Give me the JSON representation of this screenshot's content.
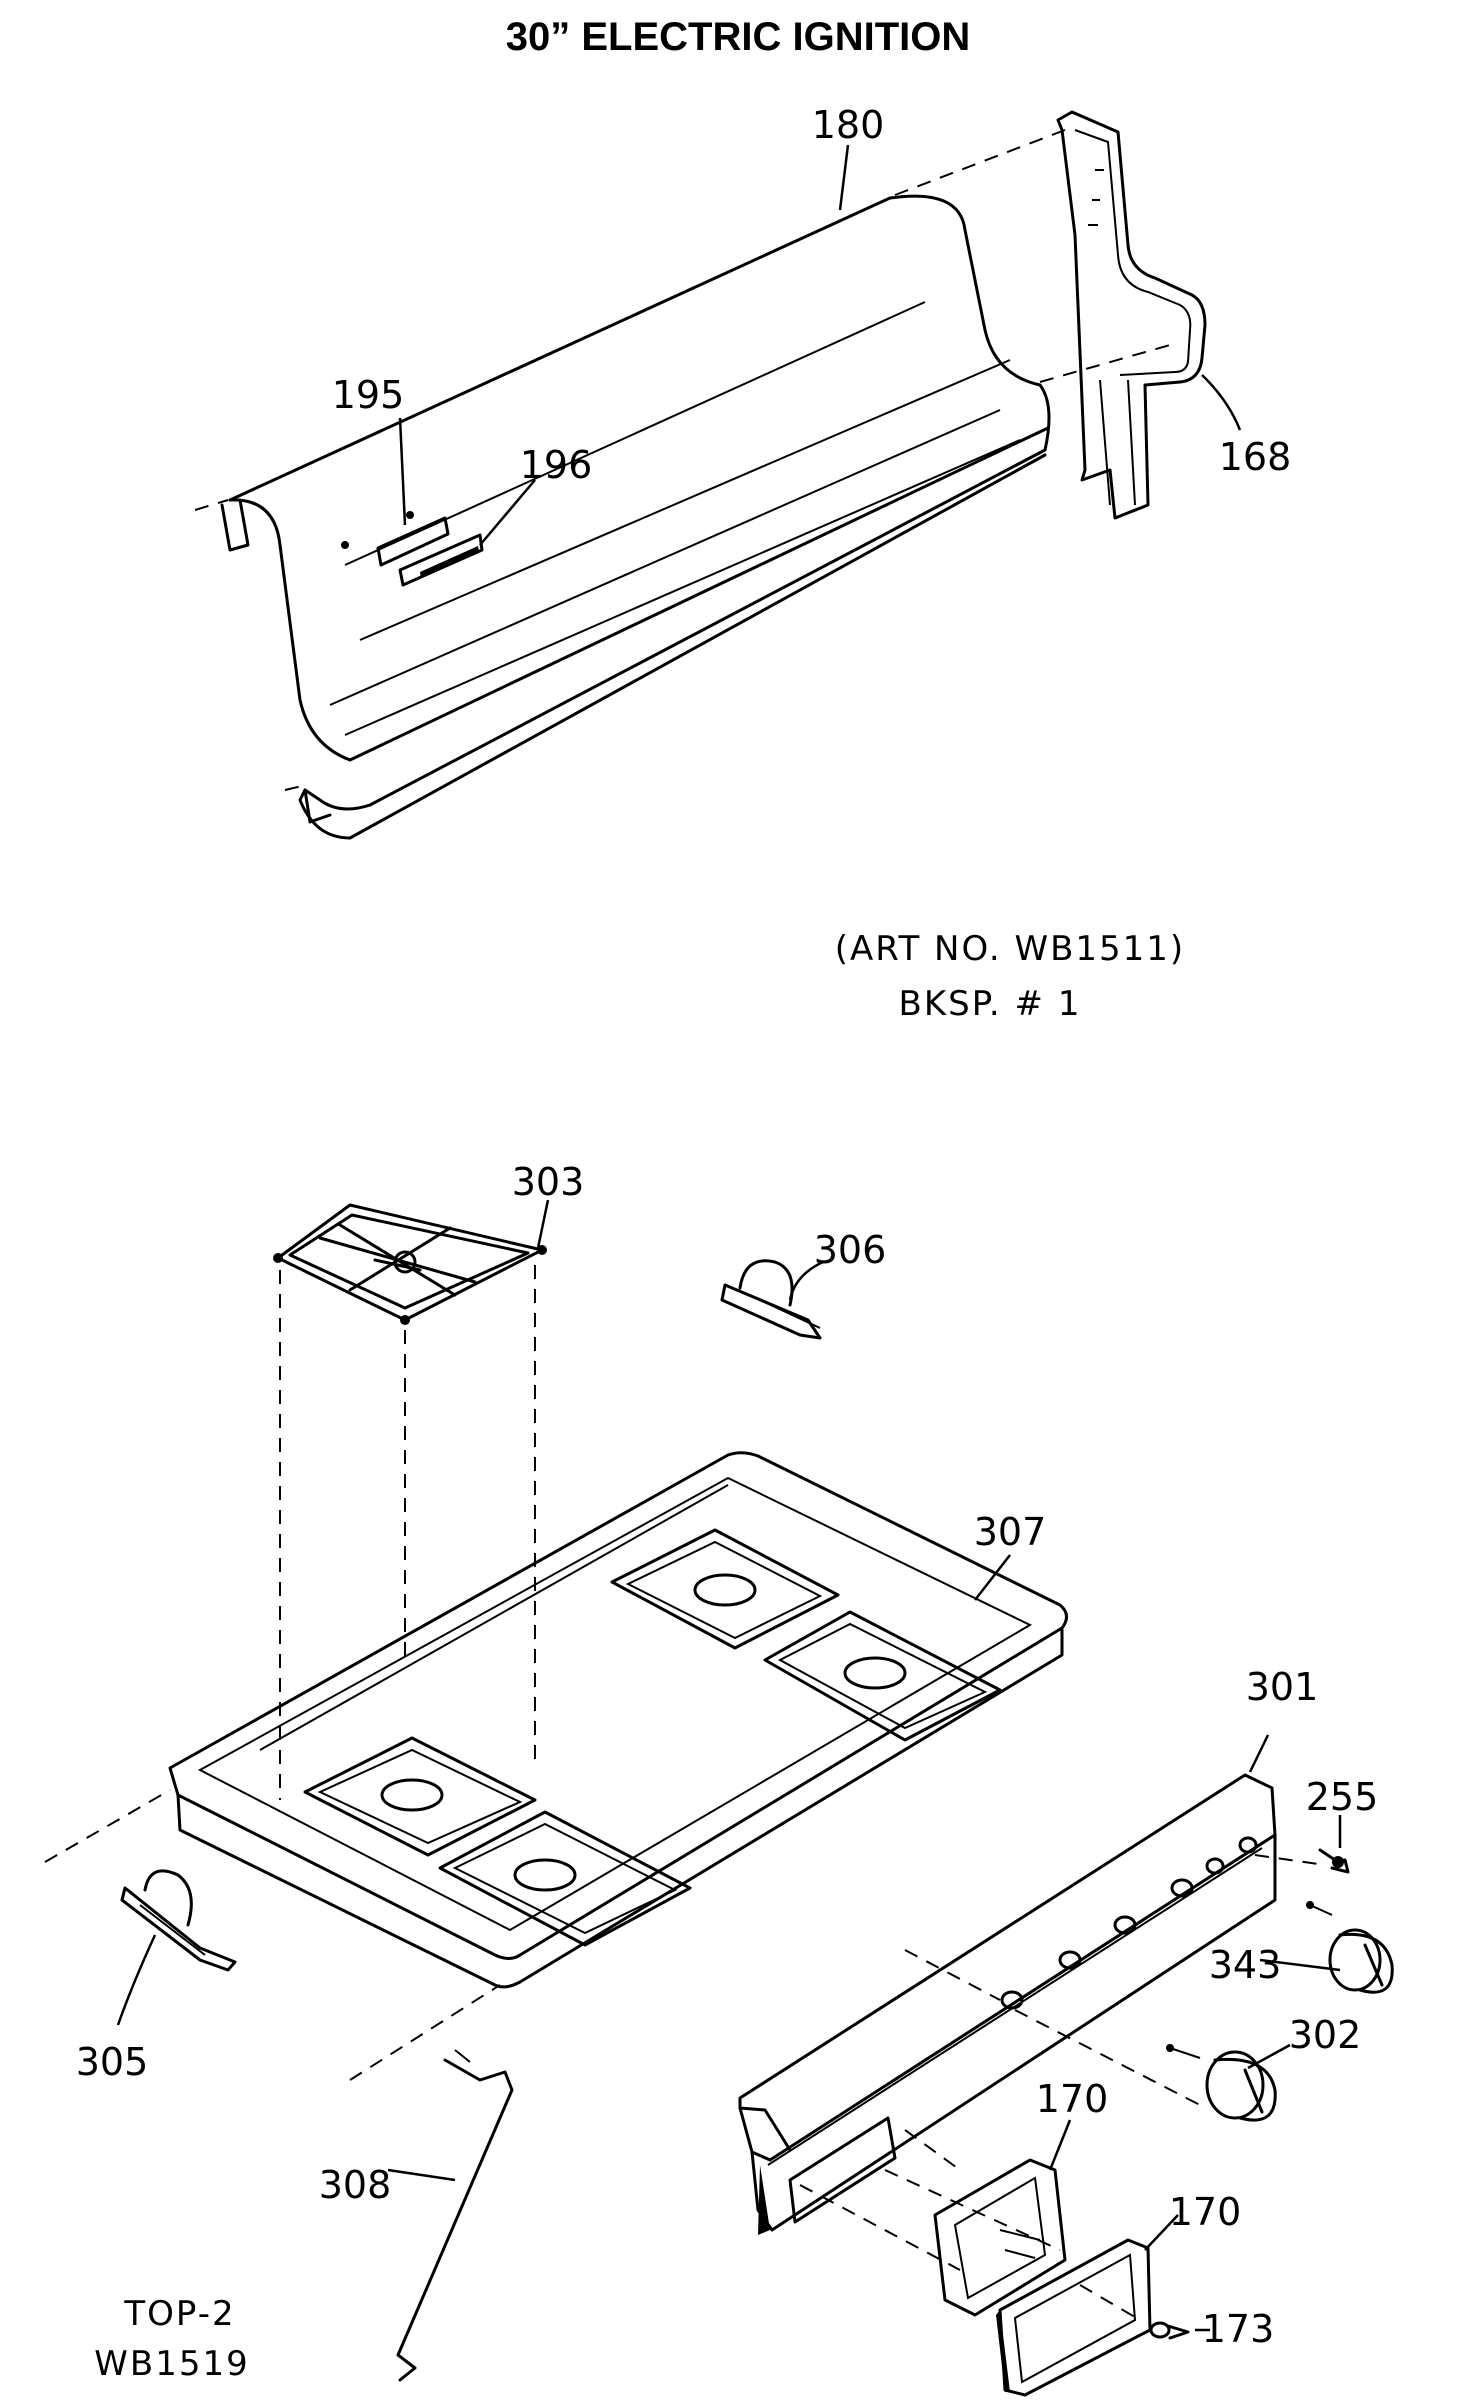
{
  "title": "30” ELECTRIC IGNITION",
  "callouts": {
    "p180": "180",
    "p168": "168",
    "p195": "195",
    "p196": "196",
    "p303": "303",
    "p306": "306",
    "p307": "307",
    "p301": "301",
    "p255": "255",
    "p343": "343",
    "p302": "302",
    "p305": "305",
    "p308": "308",
    "p170a": "170",
    "p170b": "170",
    "p173": "173"
  },
  "notes": {
    "art_no": "(ART NO. WB1511)",
    "bksp": "BKSP. # 1",
    "top_code": "TOP-2",
    "top_art": "WB1519"
  }
}
